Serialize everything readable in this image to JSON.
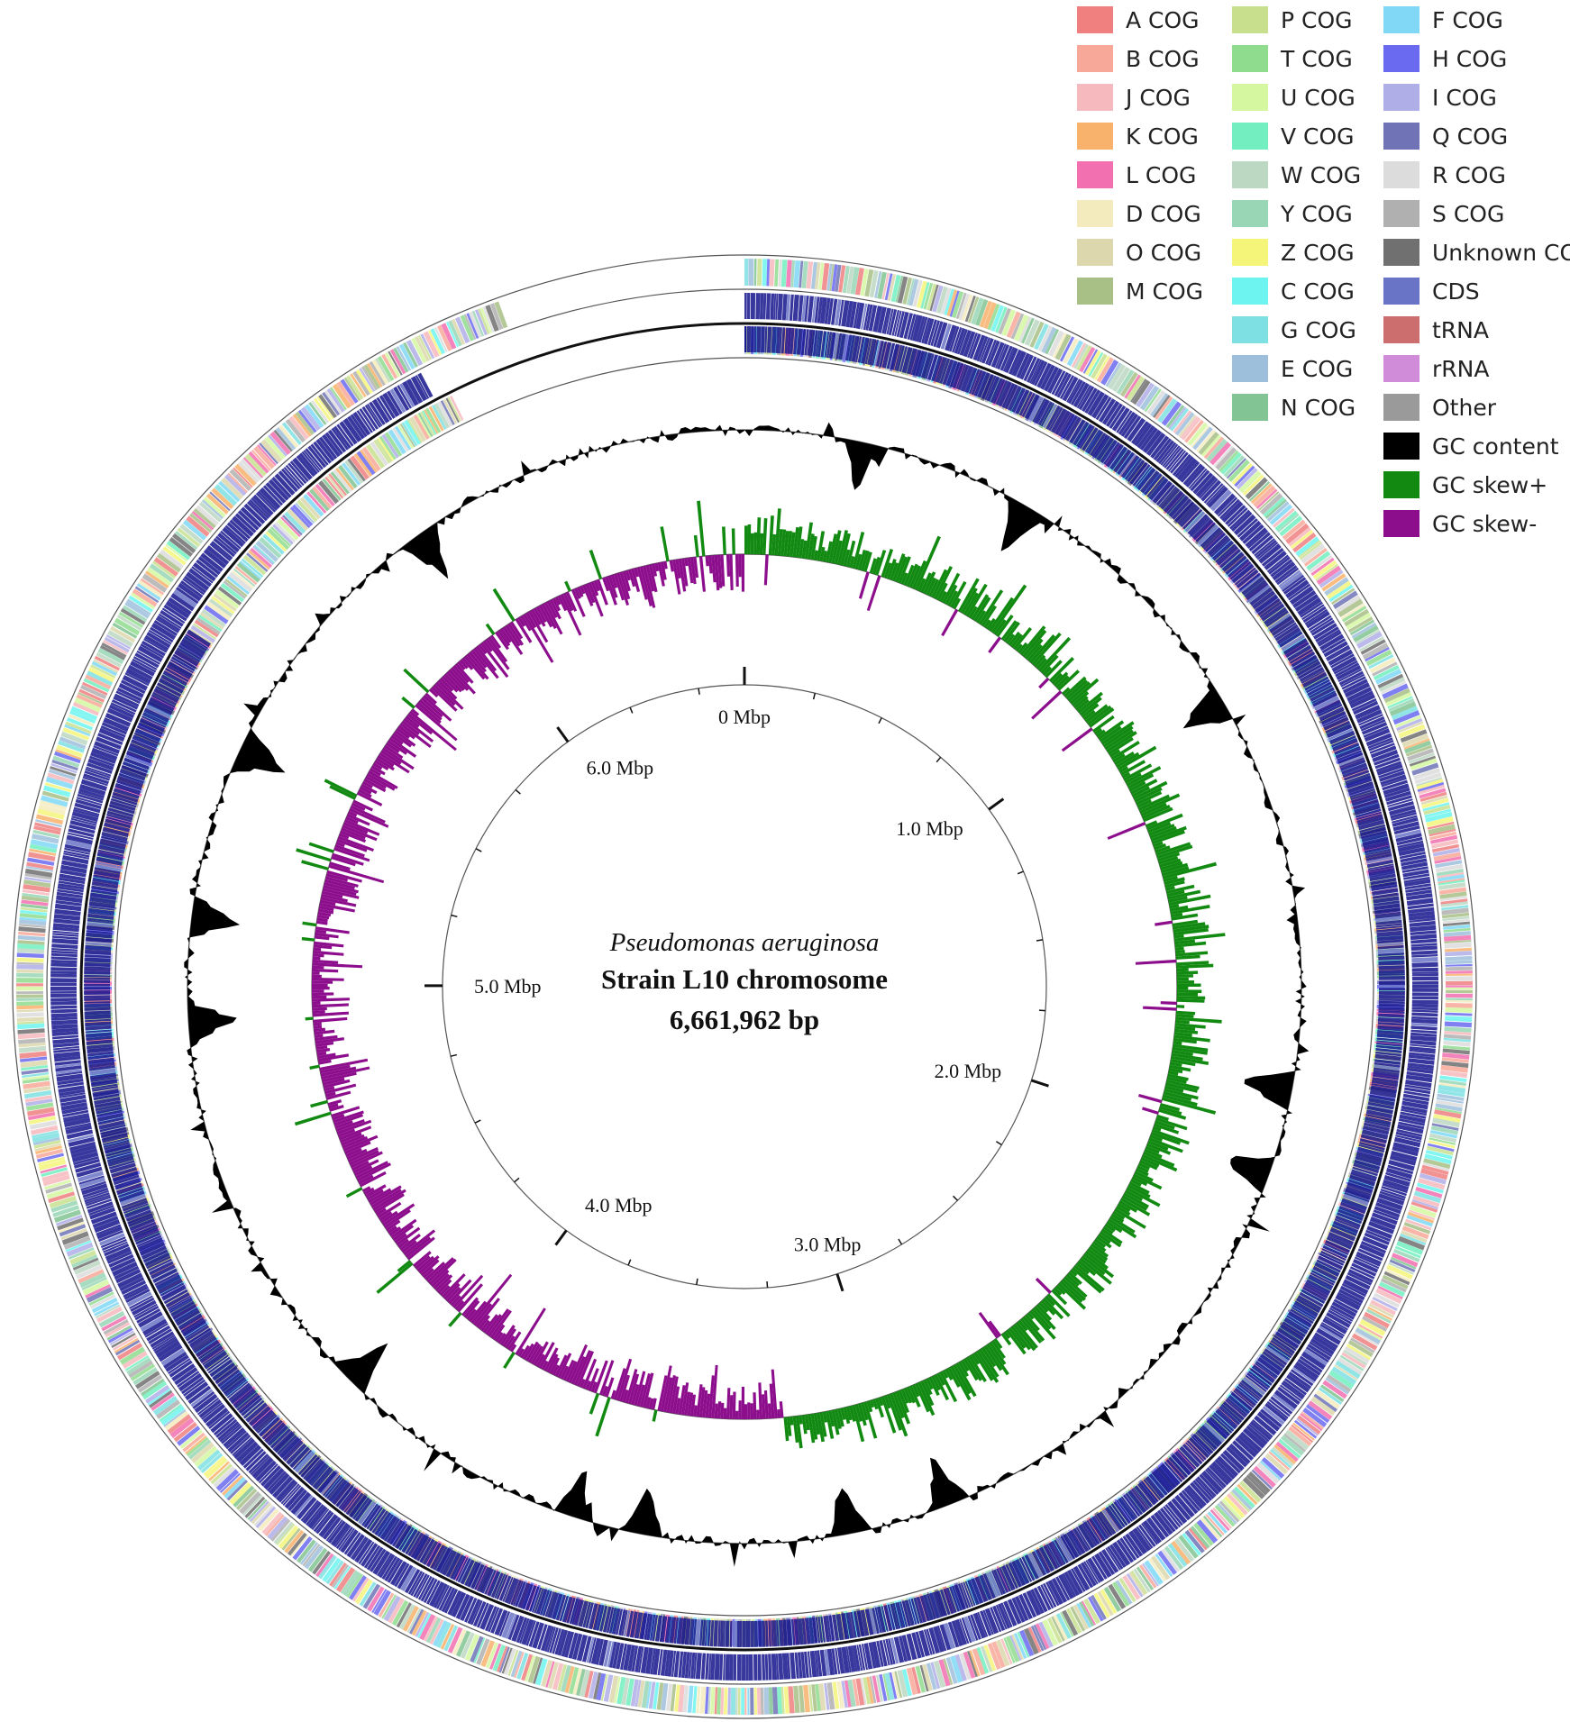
{
  "title": {
    "organism": "Pseudomonas aeruginosa",
    "strain": "Strain L10 chromosome",
    "length": "6,661,962 bp"
  },
  "scale": {
    "genome_size_bp": 6661962,
    "unit": "Mbp",
    "ticks": [
      {
        "label": "0 Mbp",
        "mbp": 0
      },
      {
        "label": "1.0 Mbp",
        "mbp": 1.0
      },
      {
        "label": "2.0 Mbp",
        "mbp": 2.0
      },
      {
        "label": "3.0 Mbp",
        "mbp": 3.0
      },
      {
        "label": "4.0 Mbp",
        "mbp": 4.0
      },
      {
        "label": "5.0 Mbp",
        "mbp": 5.0
      },
      {
        "label": "6.0 Mbp",
        "mbp": 6.0
      }
    ]
  },
  "tracks": [
    {
      "id": "cog-forward",
      "kind": "features"
    },
    {
      "id": "cds-forward",
      "kind": "features"
    },
    {
      "id": "cds-reverse",
      "kind": "features"
    },
    {
      "id": "cog-reverse",
      "kind": "features"
    },
    {
      "id": "gc-content",
      "kind": "plot"
    },
    {
      "id": "gc-skew",
      "kind": "plot"
    }
  ],
  "legend": {
    "columns": [
      [
        {
          "label": "A COG",
          "color": "#f08080"
        },
        {
          "label": "B COG",
          "color": "#f7a899"
        },
        {
          "label": "J COG",
          "color": "#f6b9bd"
        },
        {
          "label": "K COG",
          "color": "#f8b26b"
        },
        {
          "label": "L COG",
          "color": "#f26fb0"
        },
        {
          "label": "D COG",
          "color": "#f3ebbd"
        },
        {
          "label": "O COG",
          "color": "#dcd7ad"
        },
        {
          "label": "M COG",
          "color": "#a8c086"
        }
      ],
      [
        {
          "label": "P COG",
          "color": "#c8e08e"
        },
        {
          "label": "T COG",
          "color": "#90dc8e"
        },
        {
          "label": "U COG",
          "color": "#d4f7a0"
        },
        {
          "label": "V COG",
          "color": "#72eec0"
        },
        {
          "label": "W COG",
          "color": "#bcd7c2"
        },
        {
          "label": "Y COG",
          "color": "#99d6b6"
        },
        {
          "label": "Z COG",
          "color": "#f5f57a"
        },
        {
          "label": "C COG",
          "color": "#6ef4f0"
        },
        {
          "label": "G COG",
          "color": "#7ee0e2"
        },
        {
          "label": "E COG",
          "color": "#9dbfdc"
        },
        {
          "label": "N COG",
          "color": "#82c493"
        }
      ],
      [
        {
          "label": "F COG",
          "color": "#80d8f6"
        },
        {
          "label": "H COG",
          "color": "#6a6af0"
        },
        {
          "label": "I COG",
          "color": "#b0aee6"
        },
        {
          "label": "Q COG",
          "color": "#7074b6"
        },
        {
          "label": "R COG",
          "color": "#dcdcdc"
        },
        {
          "label": "S COG",
          "color": "#b0b0b0"
        },
        {
          "label": "Unknown COG",
          "color": "#707070"
        },
        {
          "label": "CDS",
          "color": "#6a74c6"
        },
        {
          "label": "tRNA",
          "color": "#cc6e6e"
        },
        {
          "label": "rRNA",
          "color": "#d08cd8"
        },
        {
          "label": "Other",
          "color": "#9a9a9a"
        },
        {
          "label": "GC content",
          "color": "#000000"
        },
        {
          "label": "GC skew+",
          "color": "#128a12"
        },
        {
          "label": "GC skew-",
          "color": "#8c0e8c"
        }
      ]
    ]
  },
  "colors": {
    "cds": "#14148c",
    "gc_content": "#000000",
    "gc_skew_pos": "#128a12",
    "gc_skew_neg": "#8c0e8c"
  }
}
